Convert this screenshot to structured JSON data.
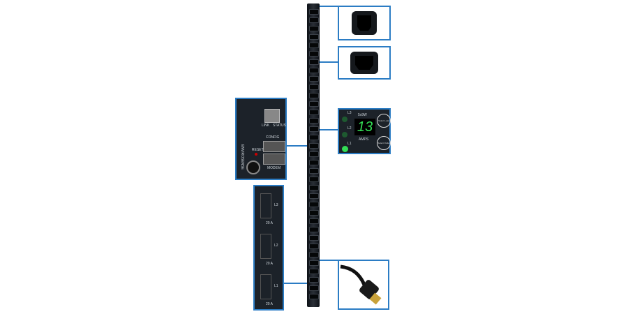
{
  "display": {
    "top_label": "5x9W",
    "value": "13",
    "unit": "AMPS",
    "phases": [
      "L3",
      "L2",
      "L1"
    ],
    "buttons": [
      "Select Load",
      "Select Outlet"
    ]
  },
  "network_panel": {
    "labels": {
      "link": "LINK",
      "status": "STATUS",
      "config": "CONFIG",
      "modem": "MODEM",
      "reset": "RESET",
      "env": "ENVIROSENSE"
    }
  },
  "breaker_panel": {
    "groups": [
      {
        "phase": "L3",
        "rating": "20 A"
      },
      {
        "phase": "L2",
        "rating": "20 A"
      },
      {
        "phase": "L1",
        "rating": "20 A"
      }
    ]
  },
  "colors": {
    "callout": "#2b7cc4",
    "led": "#33dd55",
    "panel": "#1c2229"
  }
}
